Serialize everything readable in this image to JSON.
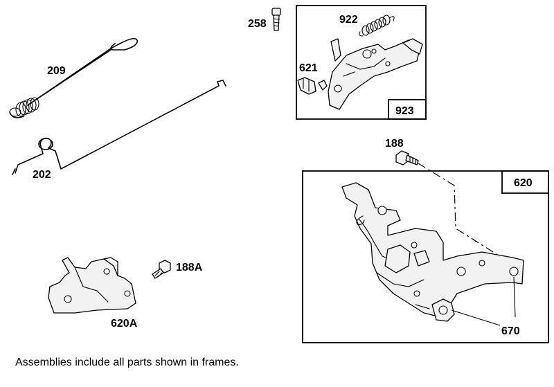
{
  "labels": {
    "p209": "209",
    "p202": "202",
    "p258": "258",
    "p922": "922",
    "p621": "621",
    "p923": "923",
    "p188": "188",
    "p620": "620",
    "p188A": "188A",
    "p620A": "620A",
    "p670": "670"
  },
  "note": "Assemblies include all parts shown in frames."
}
